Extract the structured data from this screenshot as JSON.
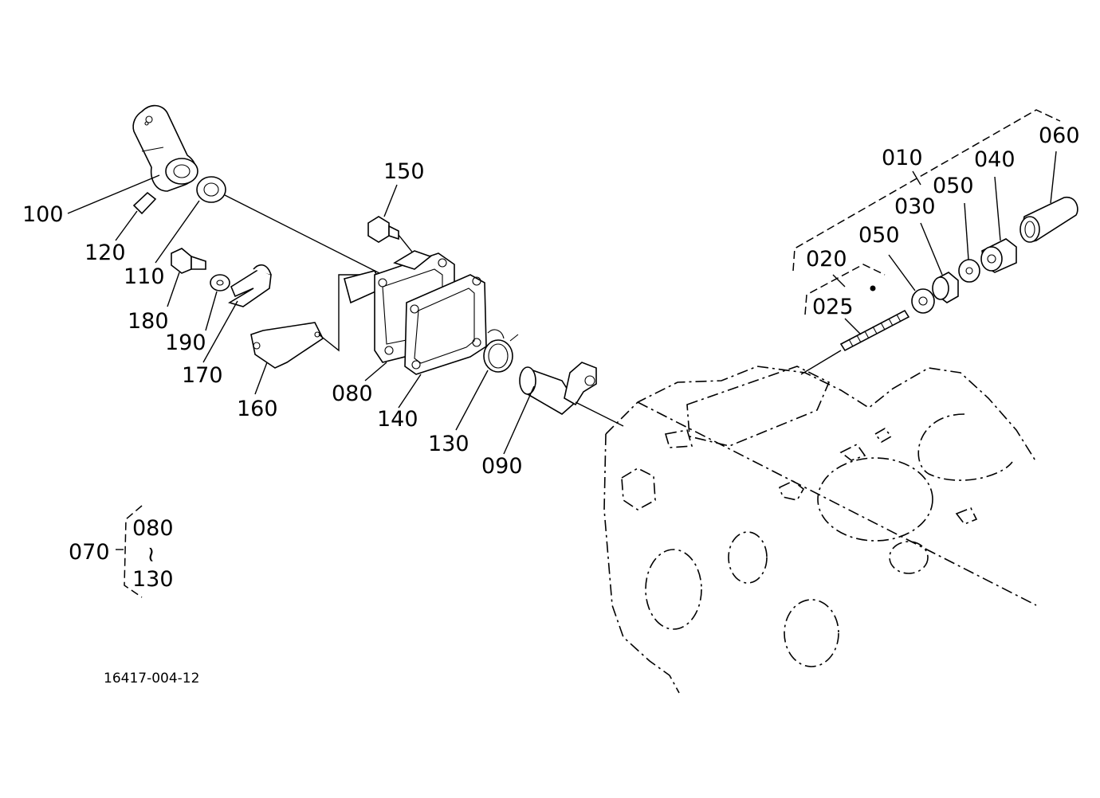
{
  "diagram": {
    "part_labels": {
      "p010": "010",
      "p020": "020",
      "p025": "025",
      "p030": "030",
      "p040": "040",
      "p050a": "050",
      "p050b": "050",
      "p060": "060",
      "p070": "070",
      "p080": "080",
      "p090": "090",
      "p100": "100",
      "p110": "110",
      "p120": "120",
      "p130": "130",
      "p140": "140",
      "p150": "150",
      "p160": "160",
      "p170": "170",
      "p180": "180",
      "p190": "190"
    },
    "assembly_note": {
      "group": "070",
      "range_start": "080",
      "range_symbol": "~",
      "range_end": "130"
    },
    "drawing_code": "16417-004-12"
  }
}
